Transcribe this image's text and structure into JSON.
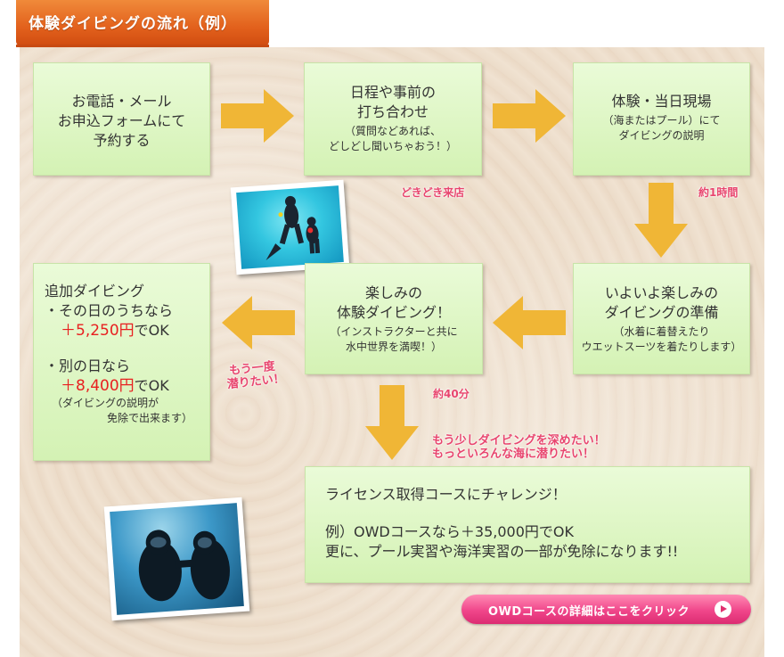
{
  "header": {
    "title": "体験ダイビングの流れ（例）"
  },
  "steps": {
    "s1": {
      "lines": [
        "お電話・メール",
        "お申込フォームにて",
        "予約する"
      ]
    },
    "s2": {
      "title1": "日程や事前の",
      "title2": "打ち合わせ",
      "sub1": "（質問などあれば、",
      "sub2": "どしどし聞いちゃおう！）"
    },
    "s3": {
      "title": "体験・当日現場",
      "sub1": "（海またはプール）にて",
      "sub2": "ダイビングの説明"
    },
    "s4": {
      "title1": "いよいよ楽しみの",
      "title2": "ダイビングの準備",
      "sub1": "（水着に着替えたり",
      "sub2": "ウエットスーツを着たりします）"
    },
    "s5": {
      "title1": "楽しみの",
      "title2": "体験ダイビング！",
      "sub1": "（インストラクターと共に",
      "sub2": "水中世界を満喫！）"
    },
    "s6": {
      "heading": "追加ダイビング",
      "item1": "・その日のうちなら",
      "price1": "＋5,250円",
      "suffix1": "でOK",
      "item2": "・別の日なら",
      "price2": "＋8,400円",
      "suffix2": "でOK",
      "note1": "（ダイビングの説明が",
      "note2": "免除で出来ます）"
    },
    "s7": {
      "line1": "ライセンス取得コースにチャレンジ！",
      "line2": "例）OWDコースなら＋35,000円でOK",
      "line3": "更に、プール実習や海洋実習の一部が免除になります!!"
    }
  },
  "notes": {
    "dokidoki": "どきどき来店",
    "one_hour": "約1時間",
    "forty_min": "約40分",
    "once_more1": "もう一度",
    "once_more2": "潜りたい！",
    "deeper1": "もう少しダイビングを深めたい！",
    "deeper2": "もっといろんな海に潜りたい！"
  },
  "cta": {
    "label": "OWDコースの詳細はここをクリック",
    "icon": "play-circle-icon"
  },
  "colors": {
    "header": "#e2601c",
    "box": "#d4f2b4",
    "arrow": "#f0b636",
    "pink": "#e8456e",
    "price": "#e82020"
  }
}
